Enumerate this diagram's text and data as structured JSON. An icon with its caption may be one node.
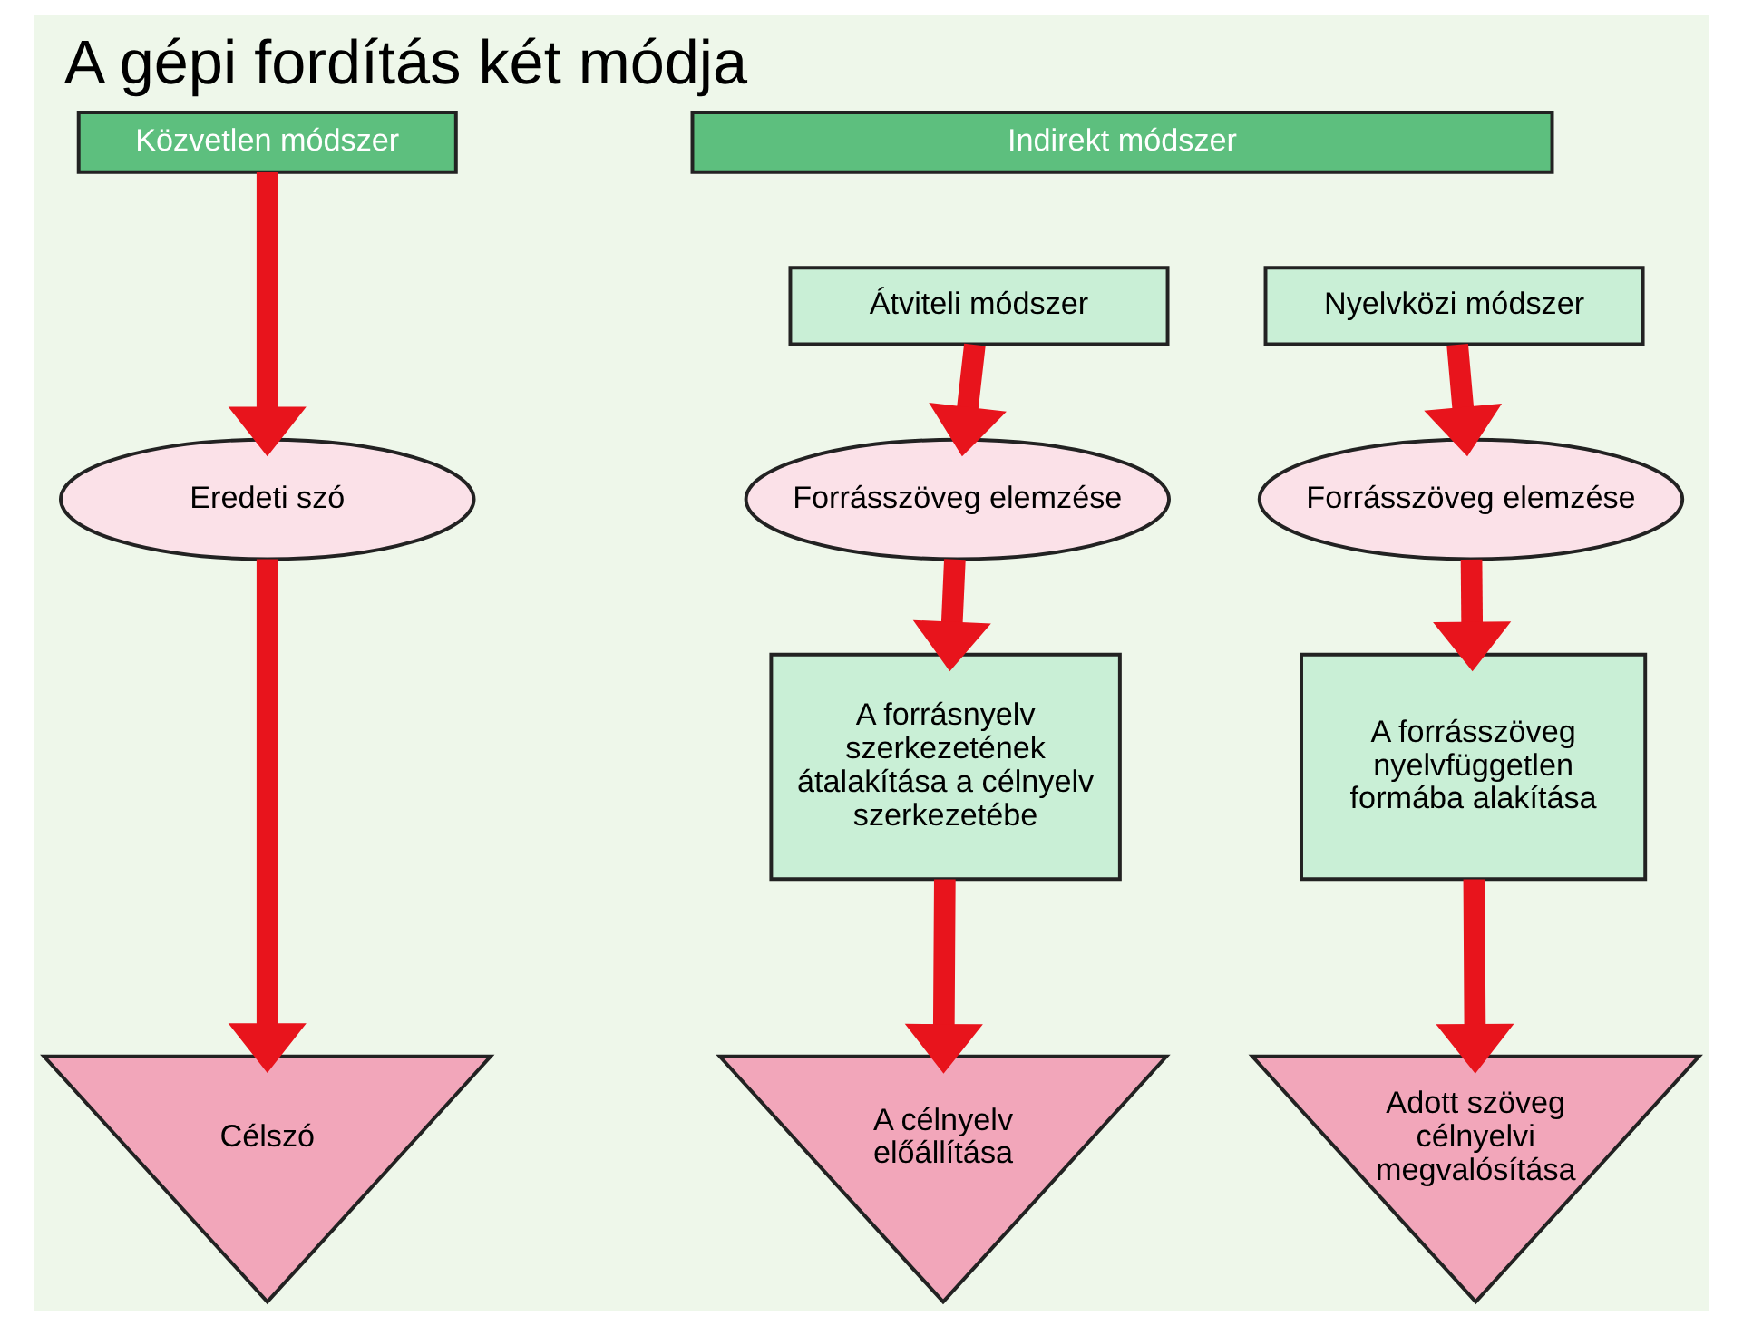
{
  "diagram": {
    "title": "A gépi fordítás két módja",
    "nodes": [
      {
        "text": [
          "Közvetlen módszer"
        ]
      },
      {
        "text": [
          "Indirekt módszer"
        ]
      },
      {
        "text": [
          "Átviteli módszer"
        ]
      },
      {
        "text": [
          "Nyelvközi módszer"
        ]
      },
      {
        "text": [
          "Eredeti szó"
        ]
      },
      {
        "text": [
          "Forrásszöveg elemzése"
        ]
      },
      {
        "text": [
          "Forrásszöveg elemzése"
        ]
      },
      {
        "text": [
          "A forrásnyelv szerkezetének átalakítása a célnyelv szerkezetébe"
        ]
      },
      {
        "text": [
          "A forrásszöveg nyelvfüggetlen formába alakítása"
        ]
      },
      {
        "text": [
          "Célszó"
        ]
      },
      {
        "text": [
          "A célnyelv előállítása"
        ]
      },
      {
        "text": [
          "Adott szöveg célnyelvi megvalósítása"
        ]
      }
    ],
    "edges": [
      {
        "from": 0,
        "to": 4,
        "arrow": "to"
      },
      {
        "from": 4,
        "to": 9,
        "arrow": "to"
      },
      {
        "from": 2,
        "to": 5,
        "arrow": "to"
      },
      {
        "from": 5,
        "to": 7,
        "arrow": "to"
      },
      {
        "from": 7,
        "to": 10,
        "arrow": "to"
      },
      {
        "from": 3,
        "to": 6,
        "arrow": "to"
      },
      {
        "from": 6,
        "to": 8,
        "arrow": "to"
      },
      {
        "from": 8,
        "to": 11,
        "arrow": "to"
      }
    ]
  }
}
